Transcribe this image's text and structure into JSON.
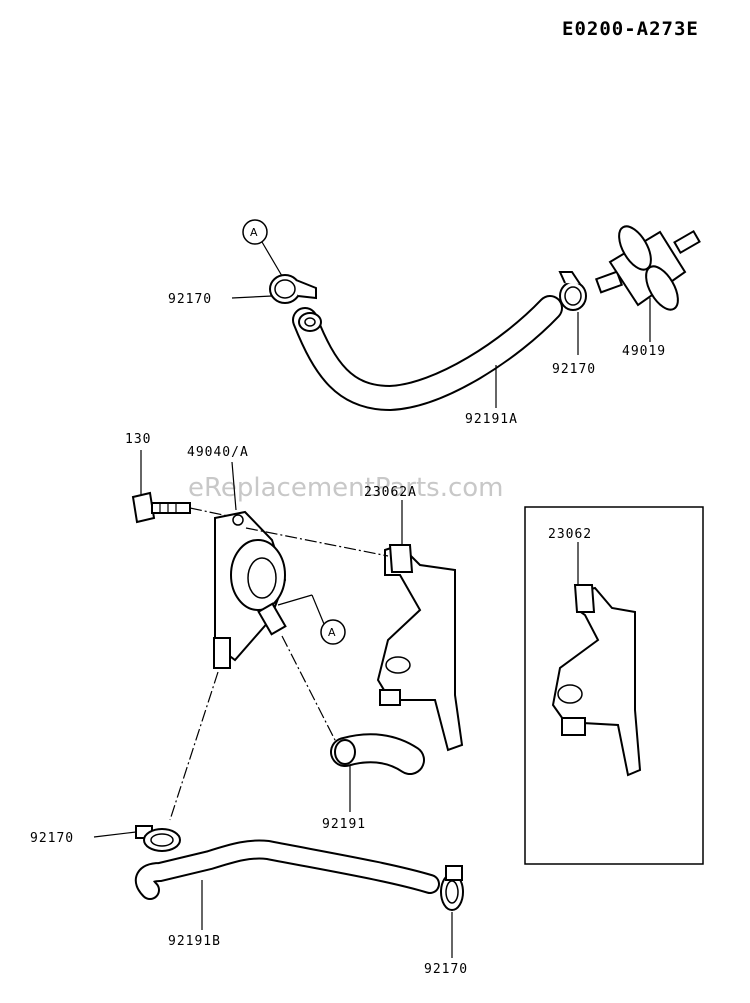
{
  "diagram_code": "E0200-A273E",
  "watermark": "eReplacementParts.com",
  "reference_letter": "A",
  "labels": {
    "clamp_top_left": "92170",
    "clamp_top_right": "92170",
    "filter": "49019",
    "hose_top": "92191A",
    "bolt": "130",
    "pump": "49040/A",
    "bracket": "23062A",
    "bracket_inset": "23062",
    "clamp_mid_left": "92170",
    "hose_mid": "92191",
    "hose_bottom": "92191B",
    "clamp_bottom": "92170"
  }
}
